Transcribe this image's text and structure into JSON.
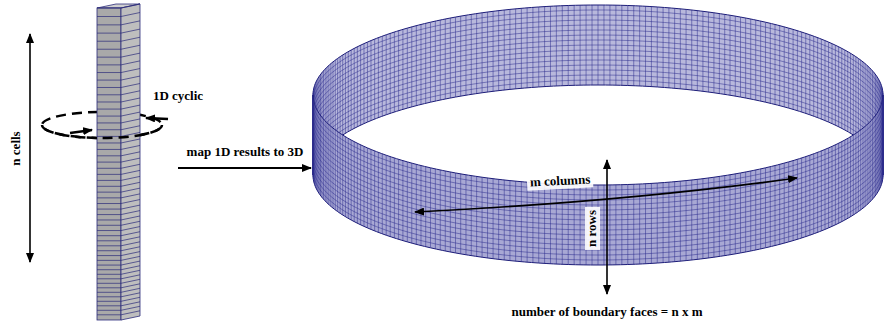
{
  "diagram": {
    "labels": [
      "n cells",
      "1D cyclic",
      "map 1D results to 3D",
      "n rows",
      "m columns",
      "number of boundary faces = n x m"
    ]
  }
}
